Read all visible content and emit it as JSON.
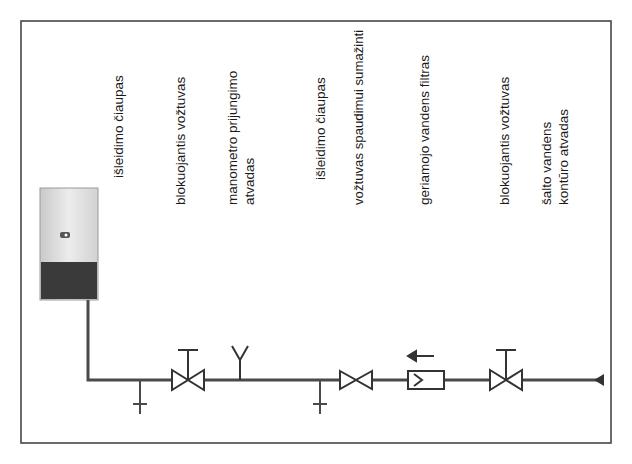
{
  "diagram": {
    "labels": [
      "išleidimo čiaupas",
      "blokuojantis vožtuvas",
      "manometro prijungimo atvadas",
      "išleidimo čiaupas",
      "vožtuvas spaudimui sumažinti",
      "geriamojo vandens filtras",
      "blokuojantis vožtuvas",
      "šalto vandens kontūro atvadas"
    ]
  }
}
